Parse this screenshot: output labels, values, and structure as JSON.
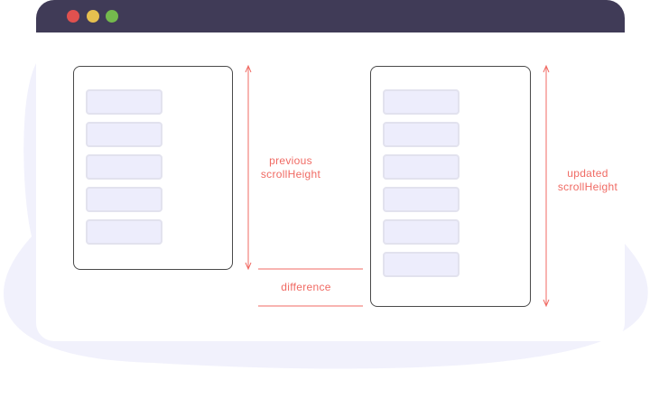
{
  "colors": {
    "titlebar": "#403b57",
    "dot_red": "#e0514f",
    "dot_yellow": "#e6c04f",
    "dot_green": "#74b94d",
    "blob": "#f1f1fc",
    "row_fill": "#ededfc",
    "row_border": "#e2e2ee",
    "accent": "#f06a63"
  },
  "window": {
    "controls": [
      "close-dot",
      "minimize-dot",
      "maximize-dot"
    ]
  },
  "previous_container": {
    "row_count": 5
  },
  "updated_container": {
    "row_count": 6
  },
  "labels": {
    "previous": [
      "previous",
      "scrollHeight"
    ],
    "updated": [
      "updated",
      "scrollHeight"
    ],
    "difference": "difference"
  }
}
